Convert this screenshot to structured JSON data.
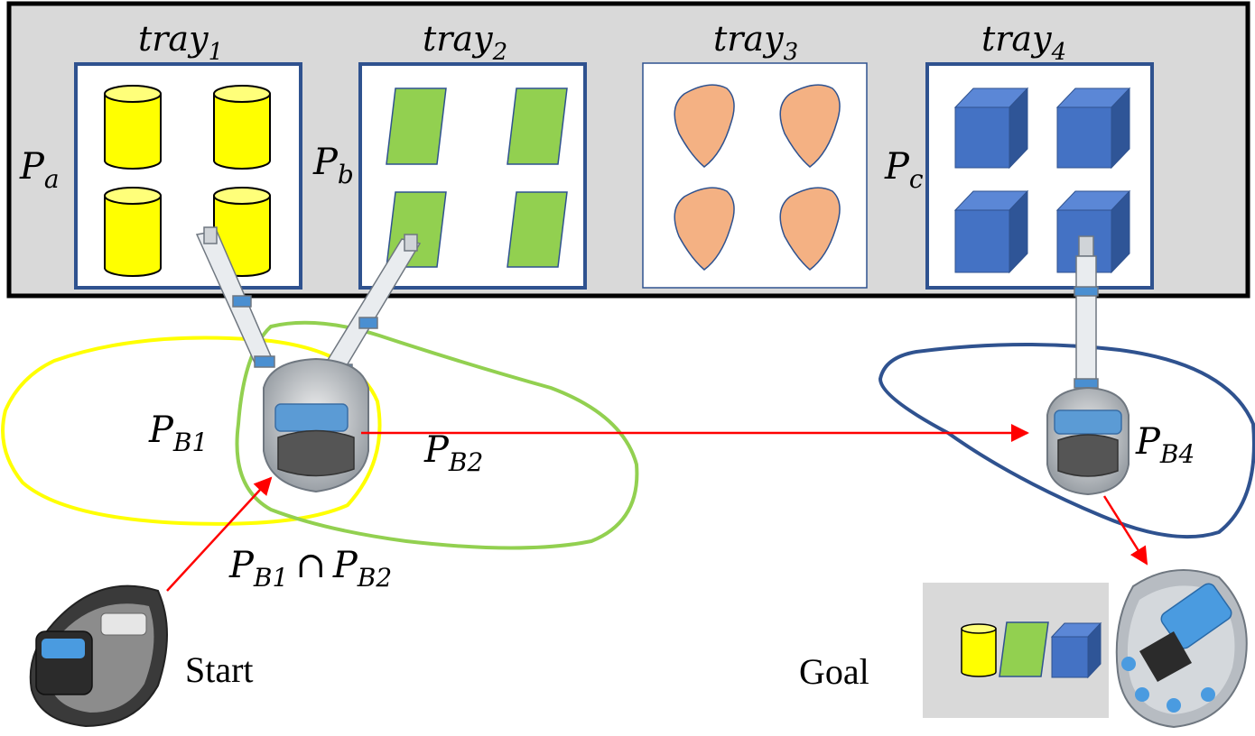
{
  "trays": [
    {
      "label": "tray",
      "sub": "1",
      "shape": "cylinder",
      "fill": "#ffff00"
    },
    {
      "label": "tray",
      "sub": "2",
      "shape": "parallelogram",
      "fill": "#92d050"
    },
    {
      "label": "tray",
      "sub": "3",
      "shape": "rounded-triangle",
      "fill": "#f4b183"
    },
    {
      "label": "tray",
      "sub": "4",
      "shape": "cube",
      "fill": "#4472c4"
    }
  ],
  "positions": [
    {
      "base": "P",
      "sub": "a"
    },
    {
      "base": "P",
      "sub": "b"
    },
    {
      "base": "P",
      "sub": "c"
    }
  ],
  "regions": [
    {
      "base": "P",
      "sub": "B1",
      "color": "#ffff00"
    },
    {
      "base": "P",
      "sub": "B2",
      "color": "#92d050"
    },
    {
      "base": "P",
      "sub": "B4",
      "color": "#2f528f"
    }
  ],
  "intersection": {
    "a_base": "P",
    "a_sub": "B1",
    "op": "∩",
    "b_base": "P",
    "b_sub": "B2"
  },
  "start_label": "Start",
  "goal_label": "Goal",
  "colors": {
    "panel": "#d9d9d9",
    "tray_border": "#2f528f",
    "path_arrow": "#ff0000"
  }
}
